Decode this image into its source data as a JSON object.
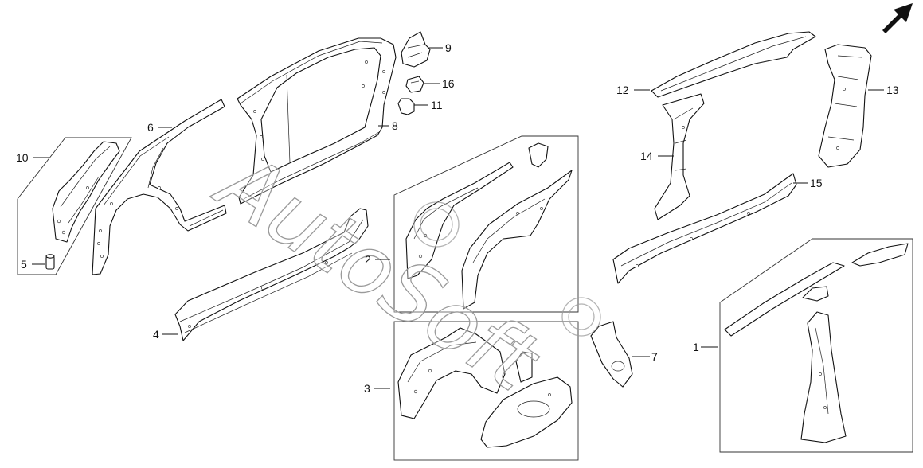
{
  "callouts": {
    "c1": "1",
    "c2": "2",
    "c3": "3",
    "c4": "4",
    "c5": "5",
    "c6": "6",
    "c7": "7",
    "c8": "8",
    "c9": "9",
    "c10": "10",
    "c11": "11",
    "c12": "12",
    "c13": "13",
    "c14": "14",
    "c15": "15",
    "c16": "16"
  },
  "watermark": {
    "text": "AutoSoft"
  },
  "icons": {
    "direction": "front-direction-arrow-icon"
  },
  "colors": {
    "line": "#111111",
    "watermark": "#9a9a9a",
    "background": "#ffffff"
  }
}
